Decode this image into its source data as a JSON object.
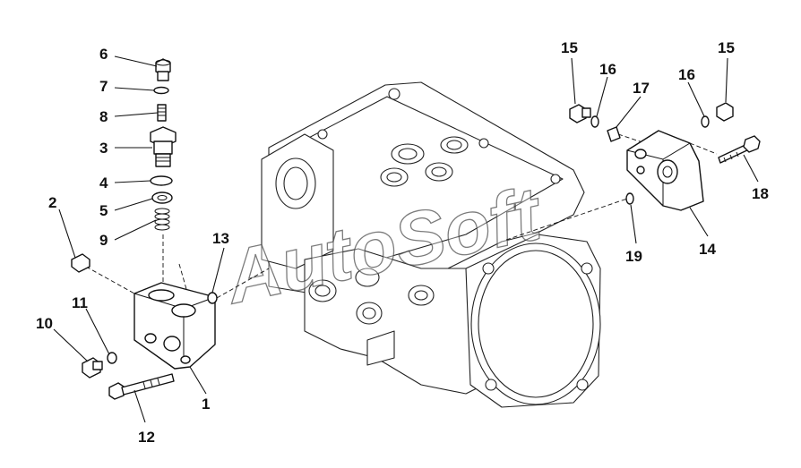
{
  "diagram": {
    "watermark": "AutoSoft",
    "callouts": [
      "1",
      "2",
      "3",
      "4",
      "5",
      "6",
      "7",
      "8",
      "9",
      "10",
      "11",
      "12",
      "13",
      "14",
      "15",
      "15",
      "16",
      "16",
      "17",
      "18",
      "19"
    ]
  }
}
